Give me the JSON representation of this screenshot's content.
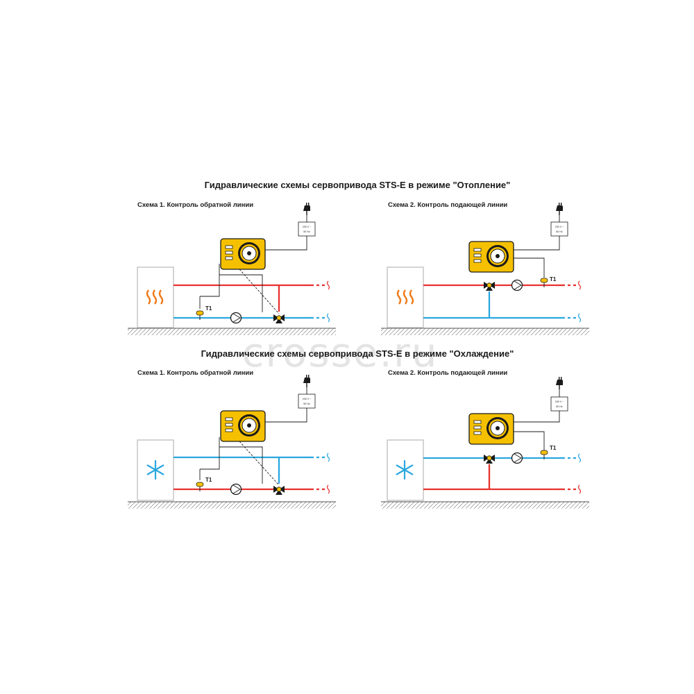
{
  "watermark": "crosse.ru",
  "colors": {
    "hot": "#e8312f",
    "cold": "#2aa7df",
    "actuator": "#f5c000",
    "line": "#1a1a1a"
  },
  "sections": [
    {
      "title": "Гидравлические схемы сервопривода STS-E в режиме \"Отопление\"",
      "mode_icon": "heat-waves-icon",
      "schemes": [
        {
          "label": "Схема 1.  Контроль обратной линии",
          "sensor": "T1",
          "power": [
            "230 V ~",
            "50 Hz"
          ]
        },
        {
          "label": "Схема 2.  Контроль подающей линии",
          "sensor": "T1",
          "power": [
            "230 V ~",
            "50 Hz"
          ]
        }
      ]
    },
    {
      "title": "Гидравлические схемы сервопривода STS-E в режиме \"Охлаждение\"",
      "mode_icon": "snowflake-icon",
      "schemes": [
        {
          "label": "Схема 1.  Контроль обратной линии",
          "sensor": "T1",
          "power": [
            "230 V ~",
            "50 Hz"
          ]
        },
        {
          "label": "Схема 2.  Контроль подающей линии",
          "sensor": "T1",
          "power": [
            "230 V ~",
            "50 Hz"
          ]
        }
      ]
    }
  ]
}
